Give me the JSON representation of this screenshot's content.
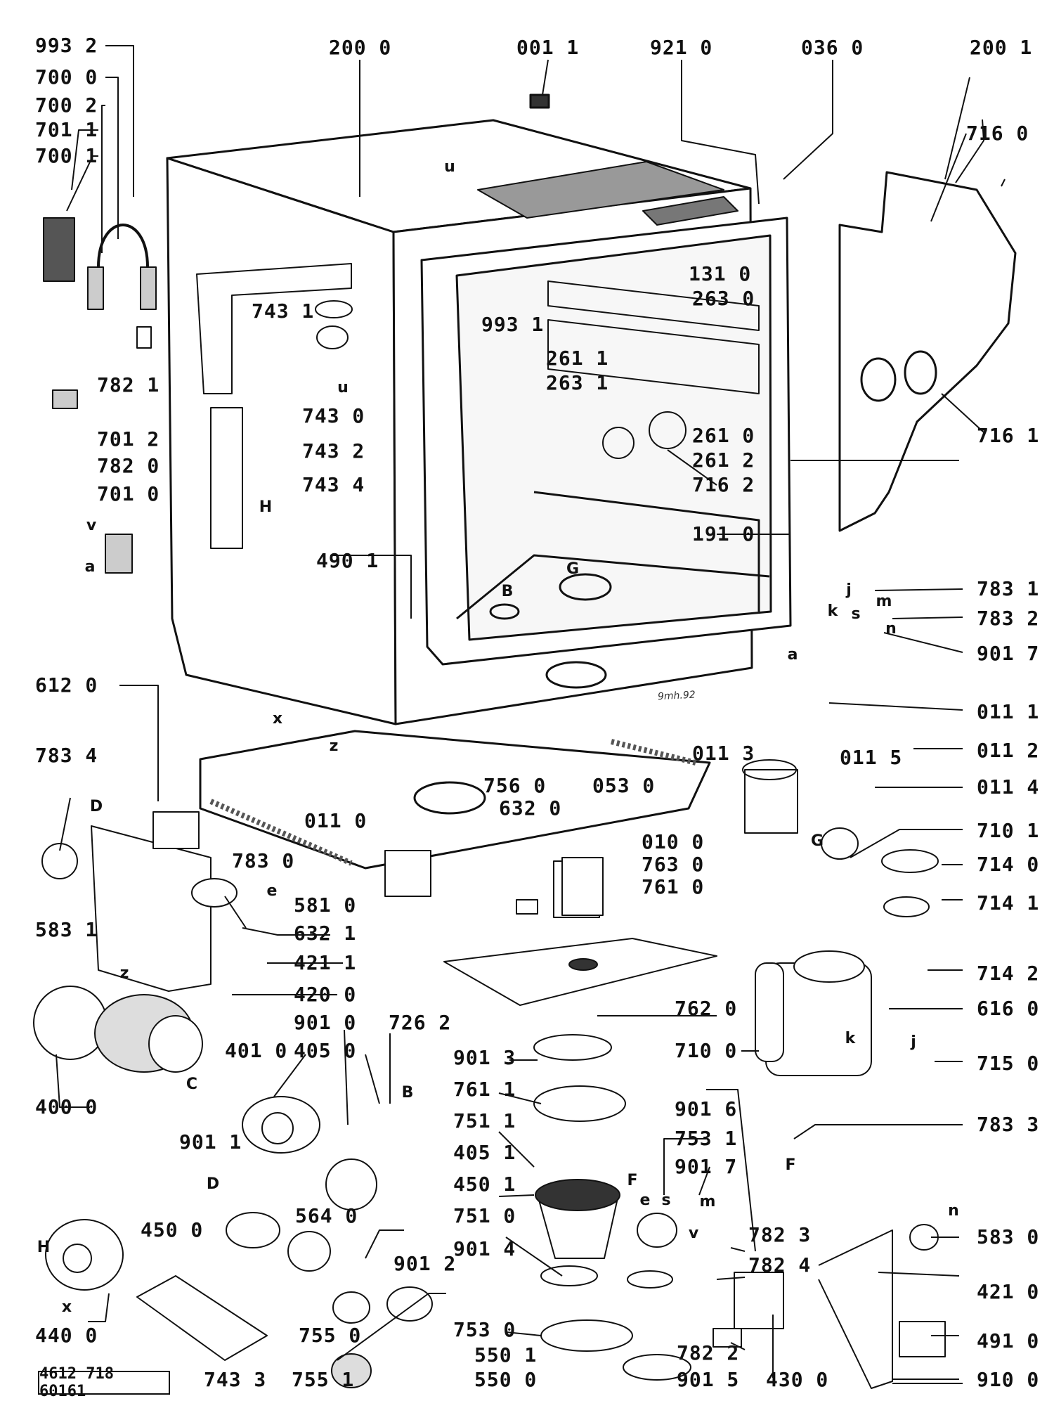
{
  "document_number": "4612 718 60161",
  "stamp": "9mh.92",
  "callouts": {
    "c_993_2": "993 2",
    "c_700_0": "700 0",
    "c_700_2": "700 2",
    "c_701_1": "701 1",
    "c_700_1": "700 1",
    "c_200_0": "200 0",
    "c_001_1": "001 1",
    "c_921_0": "921 0",
    "c_036_0": "036 0",
    "c_200_1": "200 1",
    "c_716_0": "716 0",
    "c_131_0": "131 0",
    "c_263_0": "263 0",
    "c_743_1": "743 1",
    "c_993_1": "993 1",
    "c_782_1": "782 1",
    "c_261_1": "261 1",
    "c_263_1": "263 1",
    "c_743_0": "743 0",
    "c_261_0": "261 0",
    "c_716_1": "716 1",
    "c_701_2": "701 2",
    "c_261_2": "261 2",
    "c_743_2": "743 2",
    "c_782_0": "782 0",
    "c_743_4": "743 4",
    "c_716_2": "716 2",
    "c_701_0": "701 0",
    "c_191_0": "191 0",
    "c_490_1": "490 1",
    "c_783_1": "783 1",
    "c_783_2": "783 2",
    "c_901_7a": "901 7",
    "c_612_0": "612 0",
    "c_011_1": "011 1",
    "c_011_3": "011 3",
    "c_011_5": "011 5",
    "c_011_2": "011 2",
    "c_783_4": "783 4",
    "c_756_0": "756 0",
    "c_053_0": "053 0",
    "c_011_4": "011 4",
    "c_632_0": "632 0",
    "c_011_0": "011 0",
    "c_010_0": "010 0",
    "c_710_1": "710 1",
    "c_783_0": "783 0",
    "c_763_0": "763 0",
    "c_714_0": "714 0",
    "c_761_0": "761 0",
    "c_581_0": "581 0",
    "c_714_1": "714 1",
    "c_583_1": "583 1",
    "c_632_1": "632 1",
    "c_421_1": "421 1",
    "c_714_2": "714 2",
    "c_420_0": "420 0",
    "c_762_0": "762 0",
    "c_616_0": "616 0",
    "c_901_0": "901 0",
    "c_726_2": "726 2",
    "c_401_0": "401 0",
    "c_405_0": "405 0",
    "c_710_0": "710 0",
    "c_901_3": "901 3",
    "c_715_0": "715 0",
    "c_400_0": "400 0",
    "c_761_1": "761 1",
    "c_901_6": "901 6",
    "c_751_1": "751 1",
    "c_753_1": "753 1",
    "c_783_3": "783 3",
    "c_901_1": "901 1",
    "c_405_1": "405 1",
    "c_901_7b": "901 7",
    "c_450_1": "450 1",
    "c_564_0": "564 0",
    "c_751_0": "751 0",
    "c_450_0": "450 0",
    "c_782_3": "782 3",
    "c_583_0": "583 0",
    "c_901_4": "901 4",
    "c_782_4": "782 4",
    "c_901_2": "901 2",
    "c_421_0": "421 0",
    "c_753_0": "753 0",
    "c_755_0": "755 0",
    "c_491_0": "491 0",
    "c_440_0": "440 0",
    "c_782_2": "782 2",
    "c_550_1": "550 1",
    "c_743_3": "743 3",
    "c_755_1": "755 1",
    "c_550_0": "550 0",
    "c_901_5": "901 5",
    "c_430_0": "430 0",
    "c_910_0": "910 0"
  },
  "letters": {
    "u1": "u",
    "u2": "u",
    "v1": "v",
    "a1": "a",
    "H1": "H",
    "G1": "G",
    "B1": "B",
    "x1": "x",
    "z1": "z",
    "j1": "j",
    "k1": "k",
    "s1": "s",
    "m1": "m",
    "n1": "n",
    "a2": "a",
    "D1": "D",
    "e1": "e",
    "z2": "z",
    "G2": "G",
    "k2": "k",
    "j2": "j",
    "C1": "C",
    "B2": "B",
    "D2": "D",
    "F1": "F",
    "F2": "F",
    "e2": "e",
    "s2": "s",
    "m2": "m",
    "v2": "v",
    "H2": "H",
    "x2": "x",
    "n2": "n"
  }
}
